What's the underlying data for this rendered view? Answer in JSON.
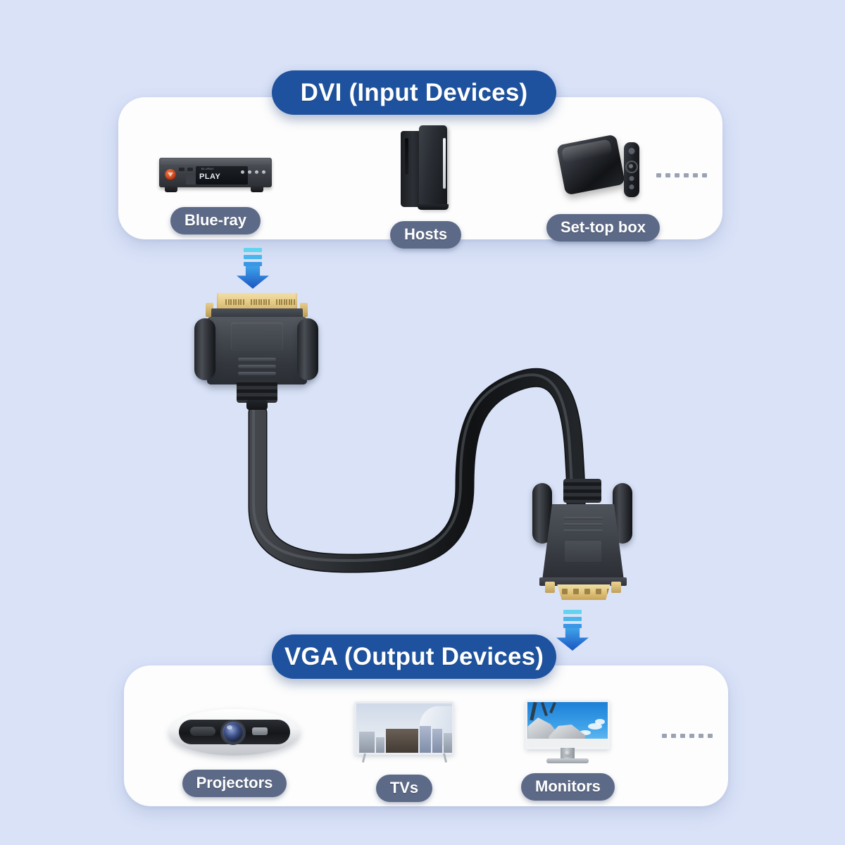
{
  "theme": {
    "background_color": "#d9e2f7",
    "panel_color": "#fdfdfd",
    "title_pill_color": "#1e529e",
    "device_pill_color": "#5d6a87",
    "arrow_color": "#2f7fd8",
    "connector_gold": "#e5cb86",
    "connector_body": "#3a3e44"
  },
  "sections": [
    {
      "id": "dvi",
      "title": "DVI (Input Devices)",
      "devices": [
        {
          "label": "Blue-ray",
          "icon": "bluray-player-icon",
          "screen_text": "PLAY"
        },
        {
          "label": "Hosts",
          "icon": "game-console-icon"
        },
        {
          "label": "Set-top box",
          "icon": "set-top-box-icon"
        }
      ],
      "ellipsis": "......"
    },
    {
      "id": "vga",
      "title": "VGA (Output Devices)",
      "devices": [
        {
          "label": "Projectors",
          "icon": "projector-icon"
        },
        {
          "label": "TVs",
          "icon": "television-icon"
        },
        {
          "label": "Monitors",
          "icon": "computer-monitor-icon"
        }
      ],
      "ellipsis": "......"
    }
  ],
  "cable": {
    "input_connector": "DVI",
    "output_connector": "VGA",
    "input_arrow": "download-arrow-icon",
    "output_arrow": "download-arrow-icon"
  }
}
